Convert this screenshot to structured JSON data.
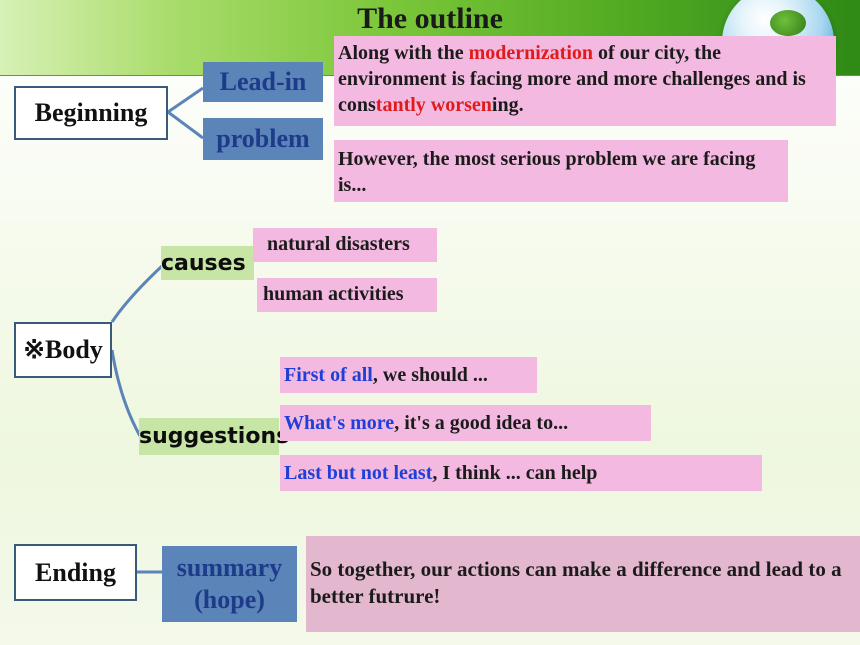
{
  "title": "The outline",
  "sections": {
    "beginning": "Beginning",
    "body": "※Body",
    "ending": "Ending"
  },
  "labels": {
    "lead_in": "Lead-in",
    "problem": "problem",
    "causes": "causes",
    "suggestions": "suggestions",
    "summary_line1": "summary",
    "summary_line2": "(hope)"
  },
  "lead_in_text": {
    "part1": "Along with the ",
    "highlight1": "modernization",
    "part2": " of our city, the environment is facing more and more challenges and is cons",
    "highlight2": "tantly worsen",
    "part3": "ing."
  },
  "problem_text": "However, the most serious problem we are facing is...",
  "causes_items": [
    "natural disasters",
    "human activities"
  ],
  "suggestions_items": [
    {
      "lead": "First of all",
      "rest": ", we should ..."
    },
    {
      "lead": "What's more",
      "rest": ", it's a good idea to..."
    },
    {
      "lead": "Last but not least",
      "rest": ", I think ... can help"
    }
  ],
  "ending_text": "So together, our actions can make a difference and lead to a better futrure!"
}
